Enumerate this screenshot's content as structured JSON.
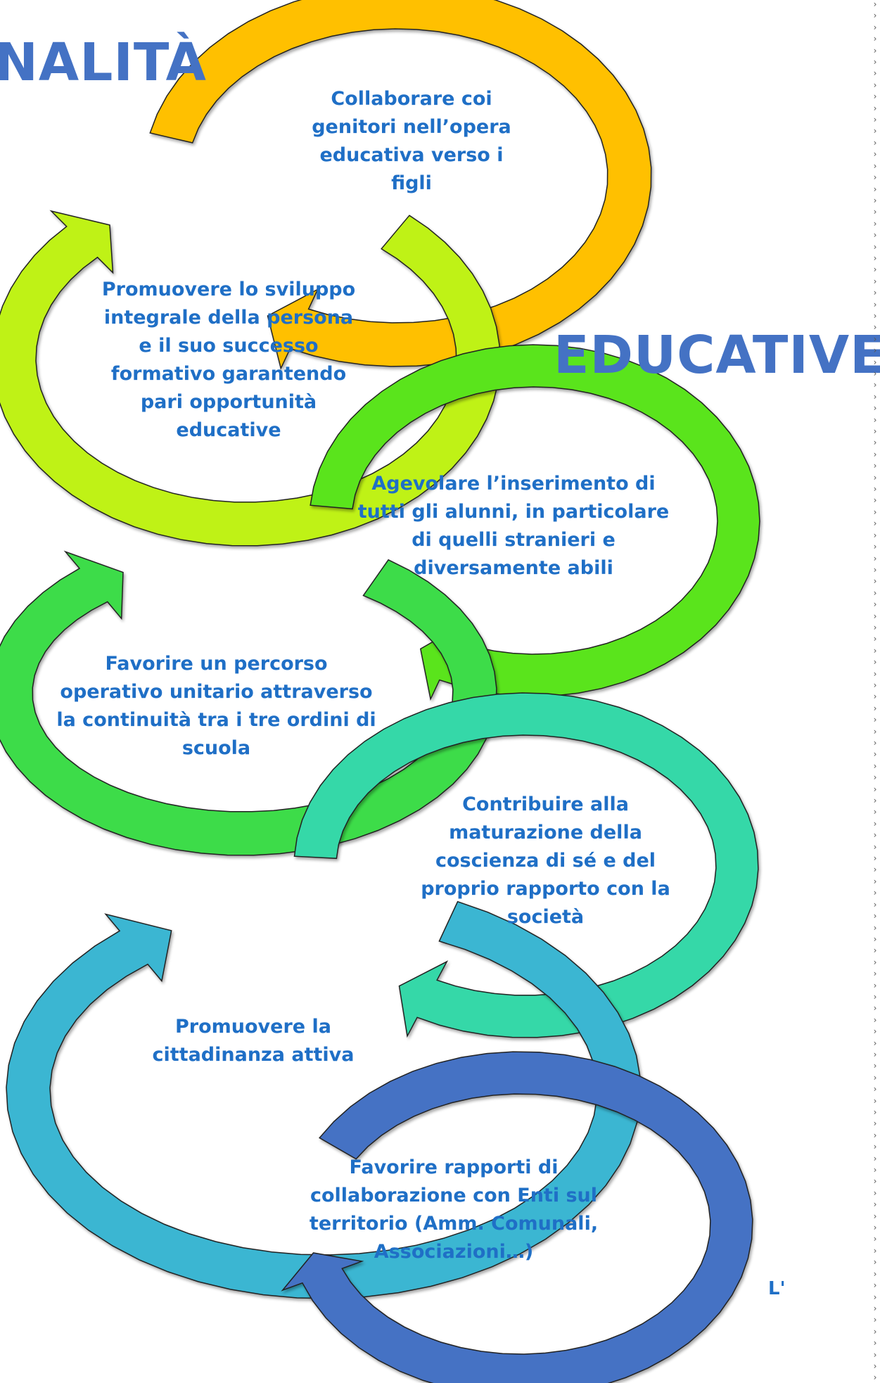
{
  "headings": {
    "left": "NALITÀ",
    "right": "EDUCATIVE"
  },
  "steps": [
    {
      "text": "Collaborare coi genitori nell’opera educativa verso i figli",
      "color": "#ffc000"
    },
    {
      "text": "Promuovere lo sviluppo integrale della persona e il suo successo formativo garantendo pari opportunità educative",
      "color": "#bff215"
    },
    {
      "text": "Agevolare l’inserimento di tutti gli alunni, in particolare di quelli stranieri e diversamente abili",
      "color": "#5ae41c"
    },
    {
      "text": "Favorire un percorso operativo unitario attraverso la continuità tra i tre ordini di scuola",
      "color": "#3ddc48"
    },
    {
      "text": "Contribuire alla maturazione della coscienza di sé e del proprio rapporto con la società",
      "color": "#34d8a8"
    },
    {
      "text": "Promuovere la cittadinanza attiva",
      "color": "#3ab6d2"
    },
    {
      "text": "Favorire rapporti di collaborazione con Enti sul territorio  (Amm. Comunali, Associazioni…)",
      "color": "#4472c4"
    }
  ],
  "side_mark": "L'",
  "border_glyph": "›",
  "text_color": "#1f6fc6",
  "heading_color": "#4472c4"
}
